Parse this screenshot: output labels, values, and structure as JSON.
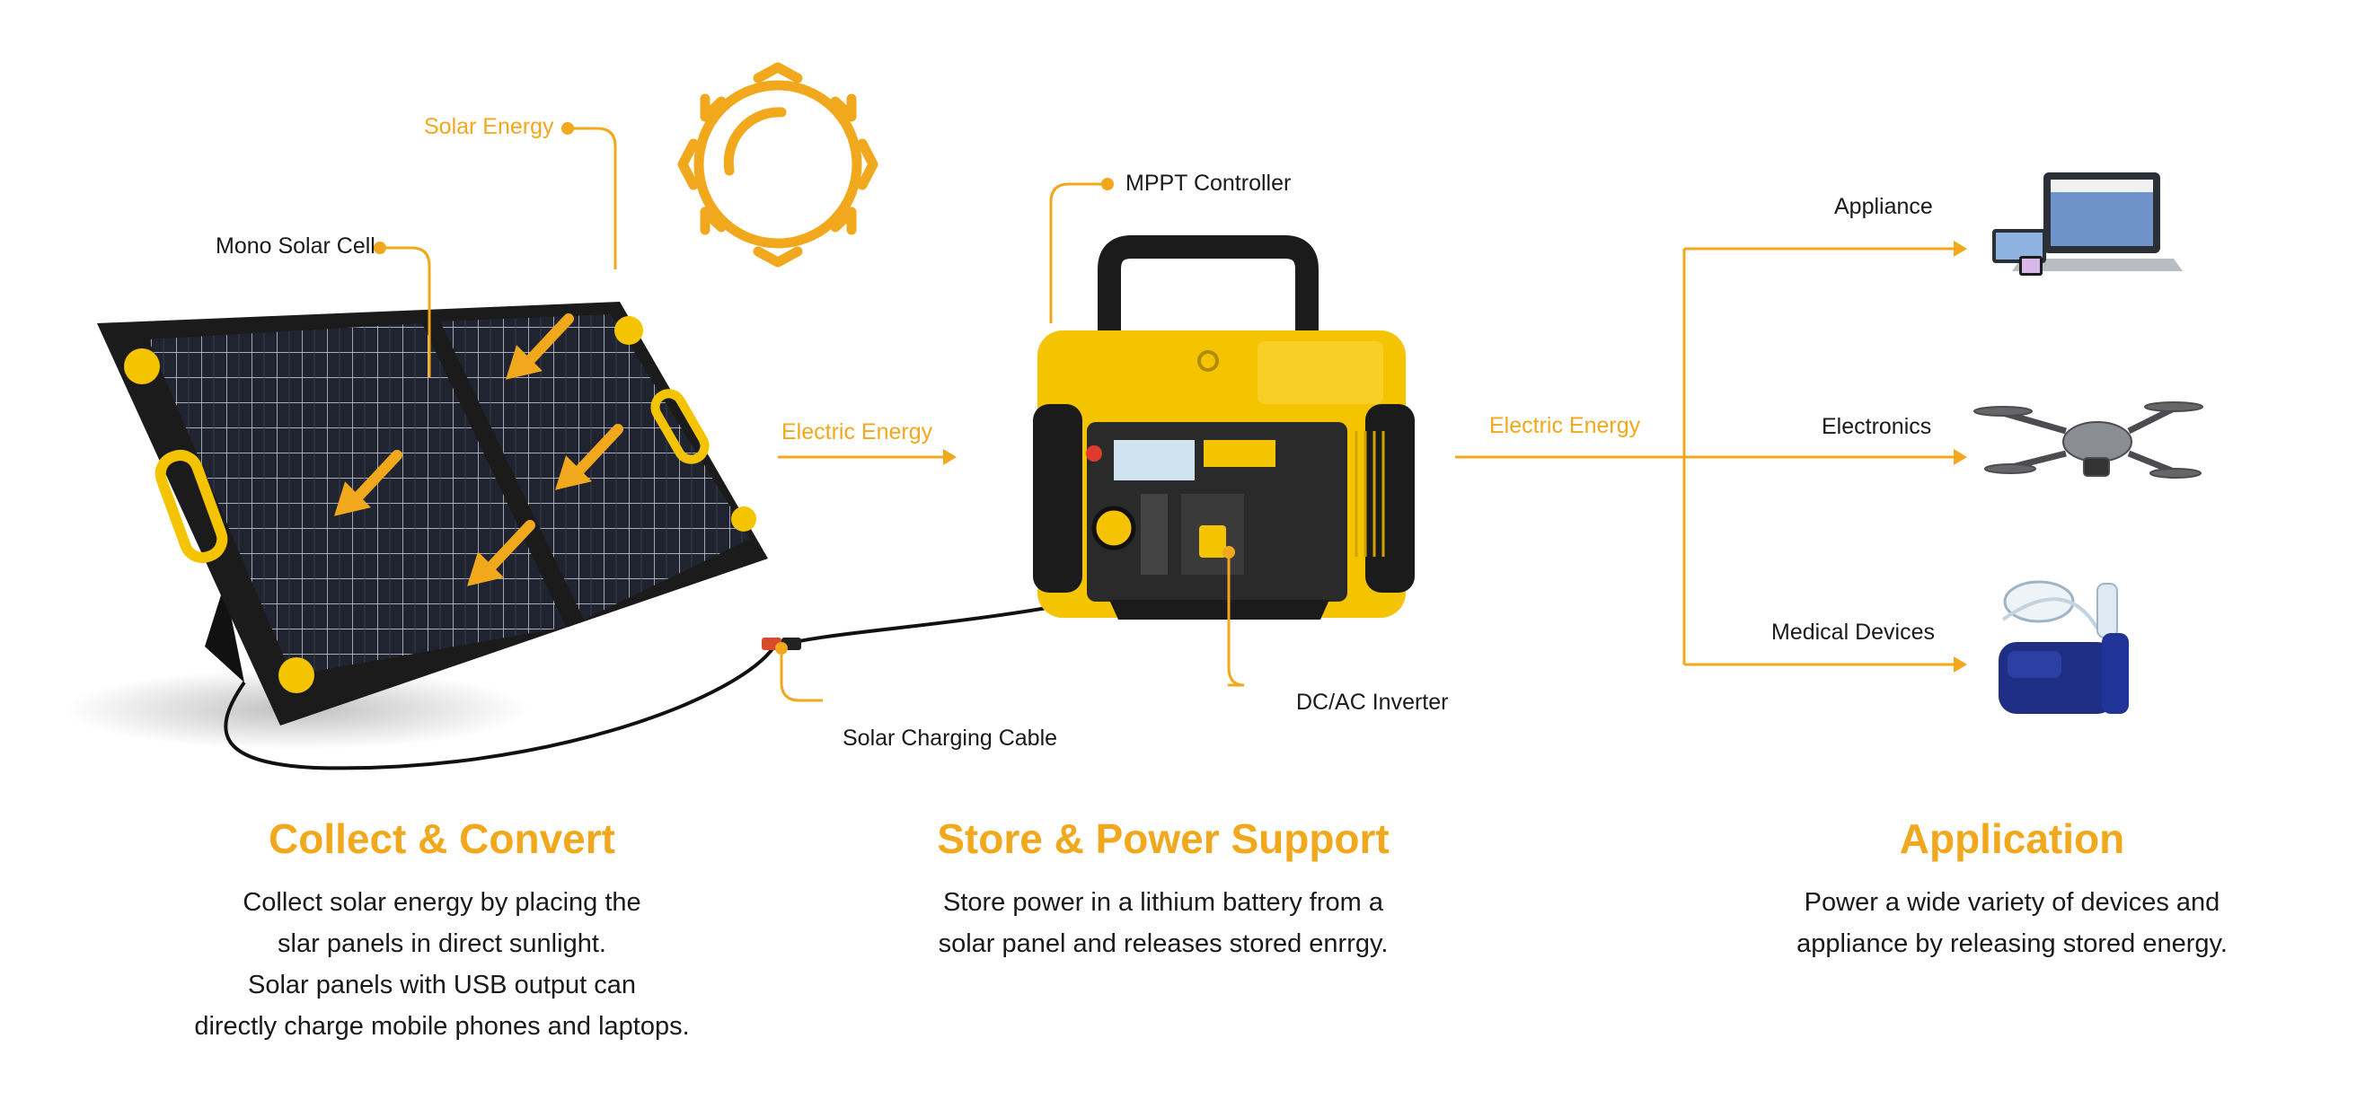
{
  "colors": {
    "accent": "#f2a81d",
    "text": "#1a1a1a",
    "panel_frame": "#1b1b1b",
    "cell_blue": "#1f2430",
    "station_yellow": "#f5c400"
  },
  "labels": {
    "solar_energy": "Solar Energy",
    "mono_solar_cell": "Mono Solar Cell",
    "electric_energy_left": "Electric Energy",
    "mppt_controller": "MPPT Controller",
    "electric_energy_right": "Electric Energy",
    "dc_ac_inverter": "DC/AC Inverter",
    "solar_charging_cable": "Solar Charging Cable",
    "appliance": "Appliance",
    "electronics": "Electronics",
    "medical_devices": "Medical Devices"
  },
  "sections": [
    {
      "title": "Collect & Convert",
      "lines": [
        "Collect solar energy by placing the",
        "slar panels in direct sunlight.",
        "Solar panels with USB output can",
        "directly charge mobile phones and laptops."
      ]
    },
    {
      "title": "Store & Power Support",
      "lines": [
        "Store power in a lithium battery from a",
        "solar panel and releases stored enrrgy."
      ]
    },
    {
      "title": "Application",
      "lines": [
        "Power a wide variety of devices and",
        "appliance by releasing stored energy."
      ]
    }
  ],
  "icons": [
    "sun-icon",
    "solar-panel-image",
    "power-station-image",
    "laptop-phone-tablet-image",
    "drone-image",
    "nebulizer-image"
  ]
}
